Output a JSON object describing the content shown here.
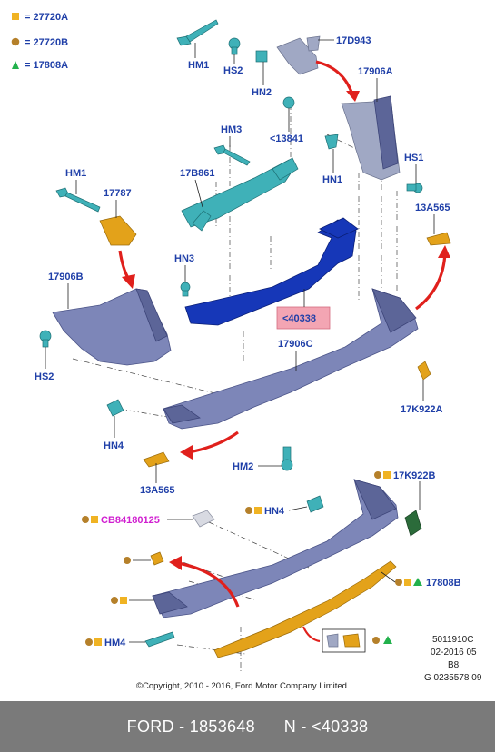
{
  "legend": [
    {
      "symbol": "square",
      "color": "#f0b323",
      "text": "= 27720A"
    },
    {
      "symbol": "circle",
      "color": "#b5802a",
      "text": "= 27720B"
    },
    {
      "symbol": "triangle",
      "color": "#22b14c",
      "text": "= 17808A"
    }
  ],
  "labels": {
    "hm1_top": "HM1",
    "hs2_top": "HS2",
    "hn2": "HN2",
    "p17d943": "17D943",
    "p17906a": "17906A",
    "p13841": "<13841",
    "hm3": "HM3",
    "p17b861": "17B861",
    "hn1": "HN1",
    "hs1": "HS1",
    "hm1_left": "HM1",
    "p17787": "17787",
    "p13a565_right": "13A565",
    "p17906b": "17906B",
    "hn3": "HN3",
    "p40338": "<40338",
    "hs2_left": "HS2",
    "p17906c": "17906C",
    "p17k922a": "17K922A",
    "hn4": "HN4",
    "hm2": "HM2",
    "p13a565_left": "13A565",
    "p17k922b": "17K922B",
    "hn4_lower": "HN4",
    "cb84180125": "CB84180125",
    "p17808b": "17808B",
    "hm4": "HM4"
  },
  "reference": {
    "line1": "5011910C",
    "line2": "02-2016 05",
    "line3": "B8",
    "line4": "G 0235578 09"
  },
  "copyright": "©Copyright, 2010 - 2016, Ford Motor Company Limited",
  "footer": {
    "brand_part": "FORD - 1853648",
    "ref_part": "N - <40338"
  },
  "colors": {
    "label_blue": "#1f3fa8",
    "highlight_pink": "#f3a5b3",
    "arrow_red": "#e0201c",
    "footer_bg": "#7a7a7a"
  }
}
